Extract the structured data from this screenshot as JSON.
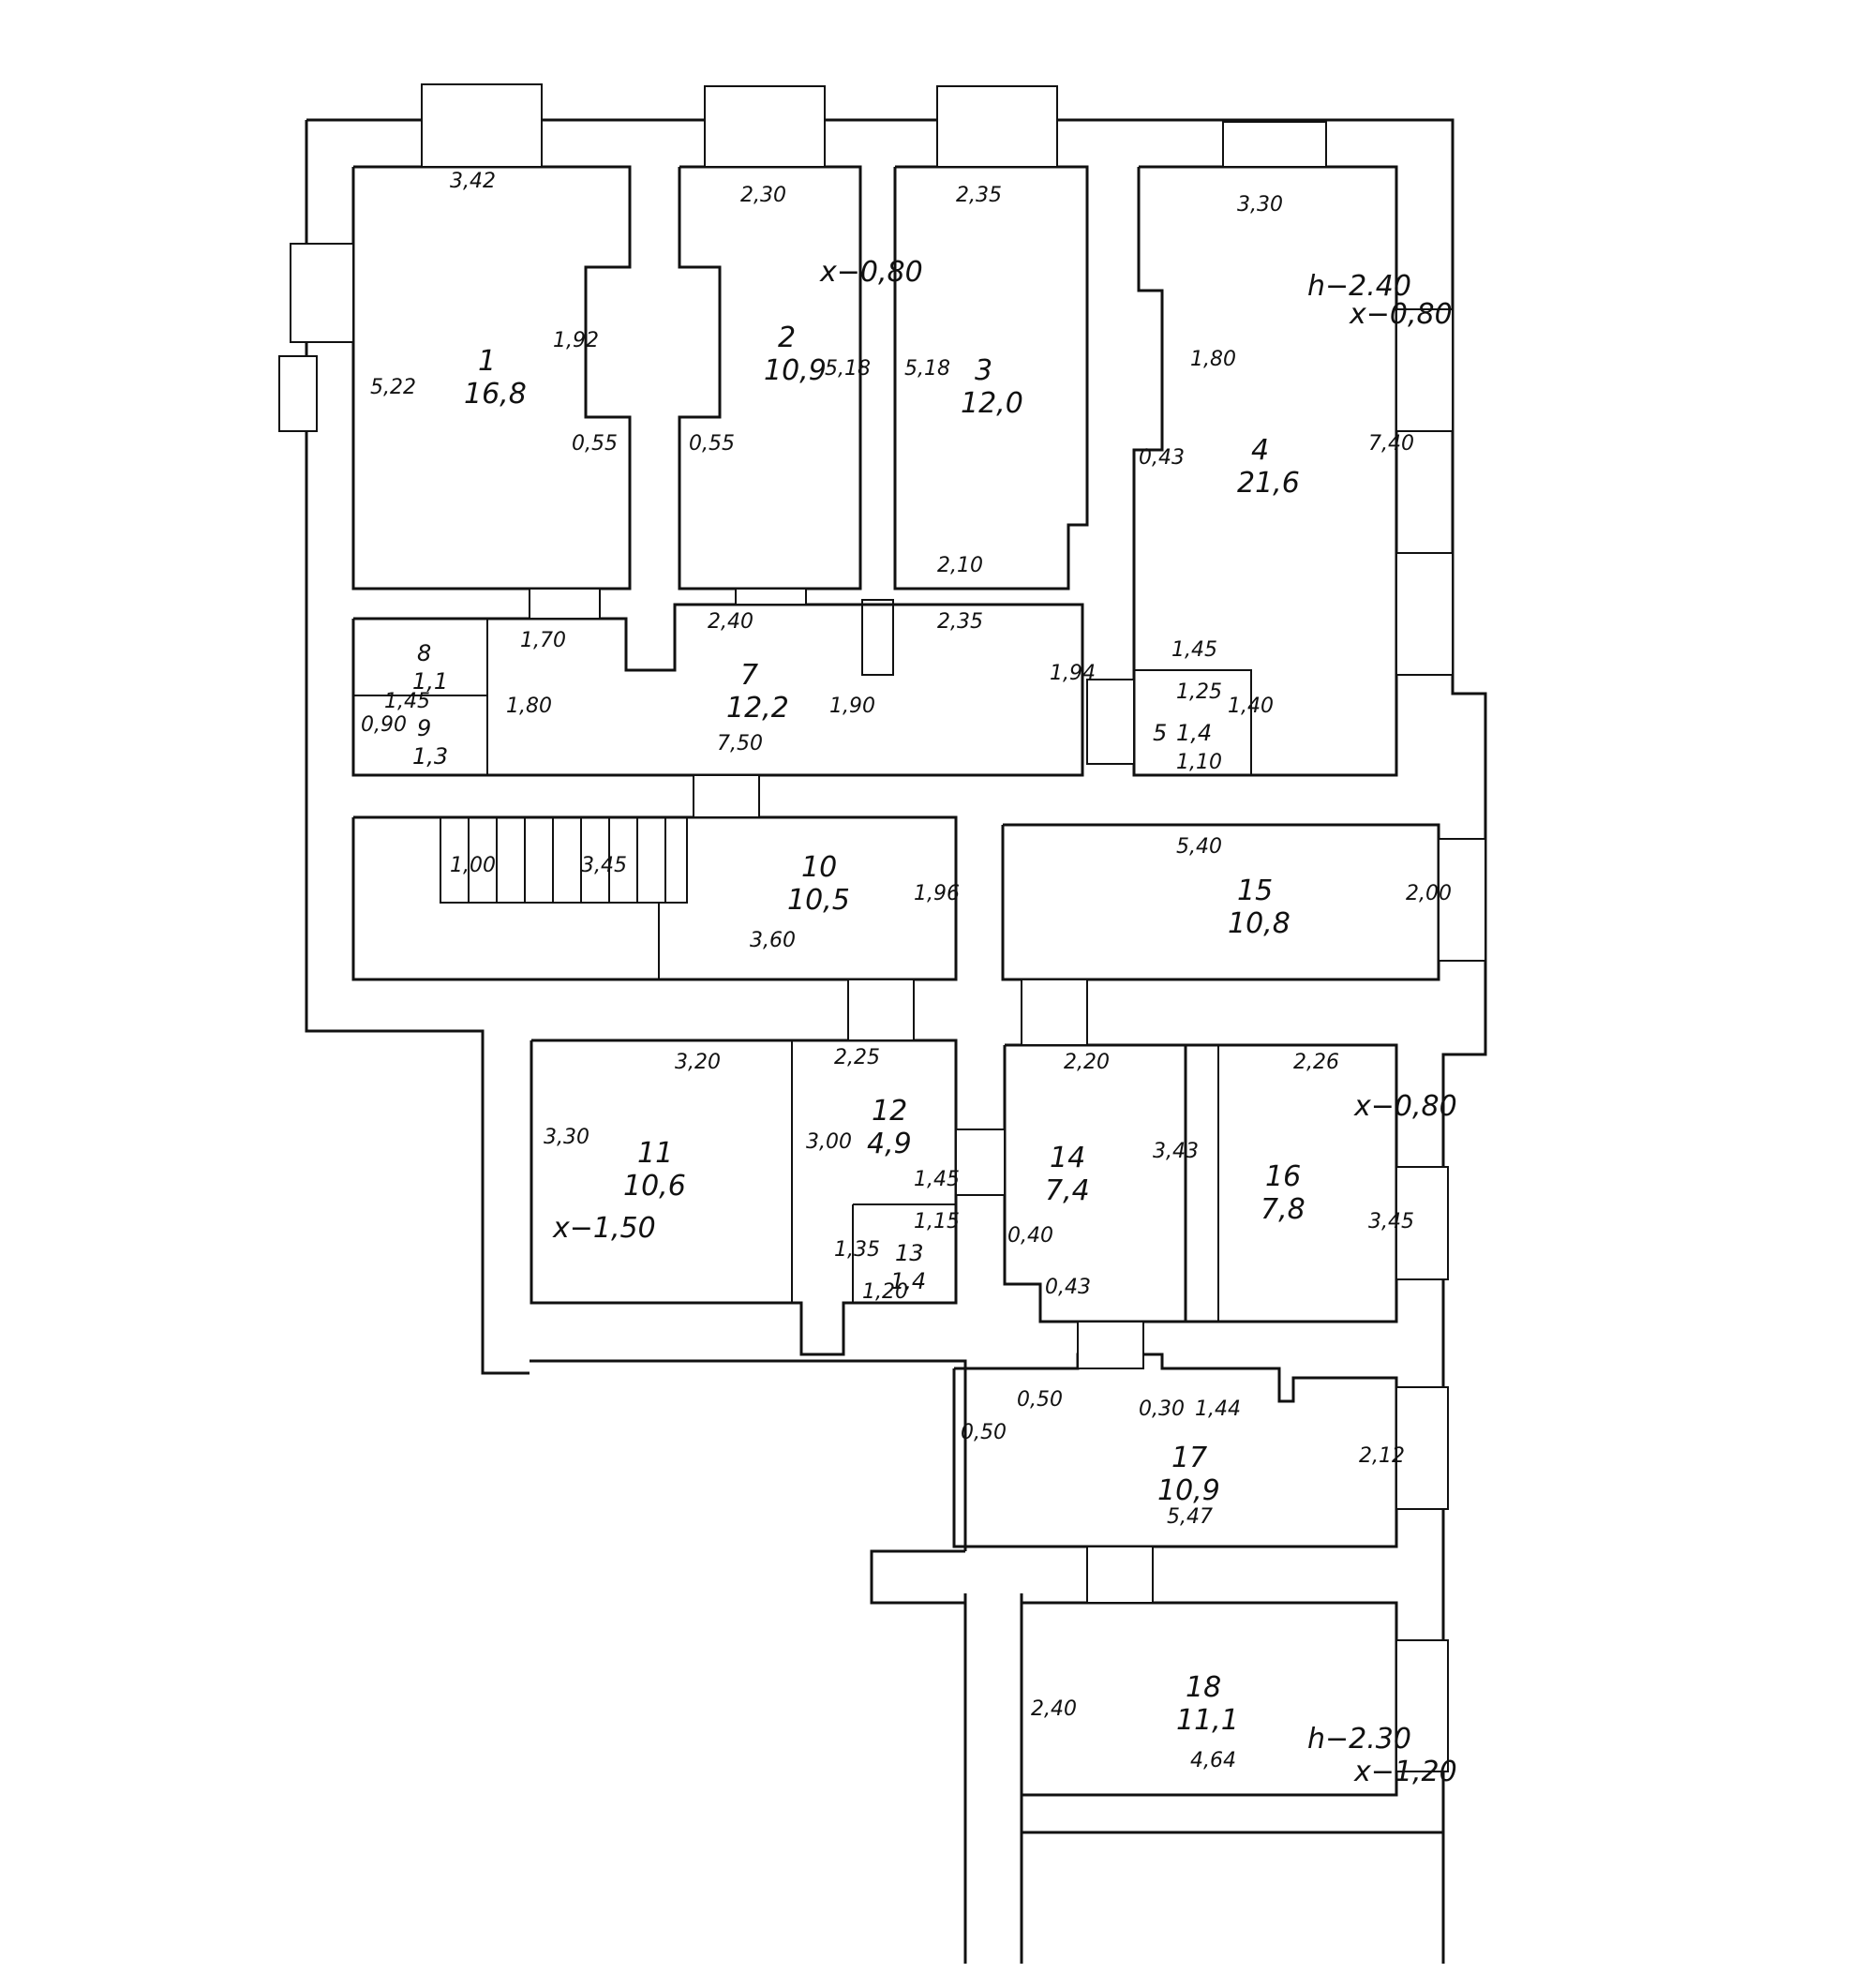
{
  "rooms": [
    {
      "id": "1",
      "area": "16,8"
    },
    {
      "id": "2",
      "area": "10,9"
    },
    {
      "id": "3",
      "area": "12,0"
    },
    {
      "id": "4",
      "area": "21,6"
    },
    {
      "id": "5",
      "area": "1,4"
    },
    {
      "id": "7",
      "area": "12,2"
    },
    {
      "id": "8",
      "area": "1,1"
    },
    {
      "id": "9",
      "area": "1,3"
    },
    {
      "id": "10",
      "area": "10,5"
    },
    {
      "id": "11",
      "area": "10,6"
    },
    {
      "id": "12",
      "area": "4,9"
    },
    {
      "id": "13",
      "area": "1,4"
    },
    {
      "id": "14",
      "area": "7,4"
    },
    {
      "id": "15",
      "area": "10,8"
    },
    {
      "id": "16",
      "area": "7,8"
    },
    {
      "id": "17",
      "area": "10,9"
    },
    {
      "id": "18",
      "area": "11,1"
    }
  ],
  "dimensions": {
    "r1_top": "3,42",
    "r1_left": "5,22",
    "r1_right": "1,92",
    "r1_notch": "0,55",
    "r2_top": "2,30",
    "r2_left": "0,55",
    "r2_right": "5,18",
    "r2_x": "x−0,80",
    "r3_top": "2,35",
    "r3_left": "5,18",
    "r3_bottom": "2,10",
    "r4_top": "3,30",
    "r4_left": "1,80",
    "r4_notch": "0,43",
    "r4_right": "7,40",
    "r4_h": "h−2.40",
    "r4_x": "x−0,80",
    "r7_a": "1,70",
    "r7_b": "2,40",
    "r7_c": "2,35",
    "r7_d": "1,90",
    "r7_e": "1,94",
    "r7_f": "7,50",
    "r7_g": "1,80",
    "r5_a": "1,45",
    "r5_b": "1,25",
    "r5_c": "1,10",
    "r5_d": "1,40",
    "r9_a": "1,45",
    "r9_b": "0,90",
    "r10_a": "1,00",
    "r10_b": "3,45",
    "r10_c": "1,96",
    "r10_d": "3,60",
    "r15_a": "5,40",
    "r15_b": "2,00",
    "r11_a": "3,20",
    "r11_b": "3,30",
    "r11_x": "x−1,50",
    "r12_a": "2,25",
    "r12_b": "3,00",
    "r12_c": "1,45",
    "r13_a": "1,15",
    "r13_b": "1,35",
    "r13_c": "1,20",
    "r14_a": "2,20",
    "r14_b": "3,43",
    "r14_c": "0,40",
    "r14_d": "0,43",
    "r16_a": "2,26",
    "r16_b": "3,45",
    "r16_x": "x−0,80",
    "r17_a": "0,50",
    "r17_b": "0,50",
    "r17_c": "0,30",
    "r17_d": "1,44",
    "r17_e": "2,12",
    "r17_f": "5,47",
    "r18_a": "2,40",
    "r18_b": "4,64",
    "r18_h": "h−2.30",
    "r18_x": "x−1,20"
  }
}
